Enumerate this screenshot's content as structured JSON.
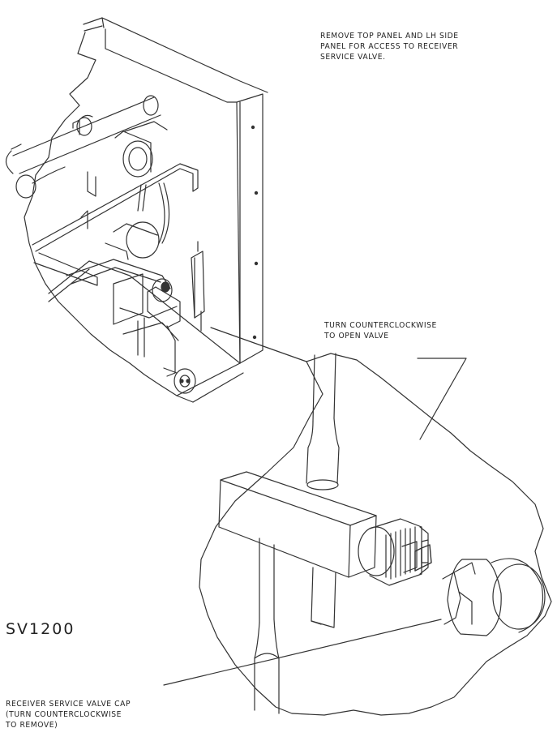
{
  "notes": {
    "access": [
      "REMOVE TOP PANEL AND LH SIDE",
      "PANEL FOR ACCESS TO RECEIVER",
      "SERVICE VALVE."
    ],
    "turn_open": [
      "TURN COUNTERCLOCKWISE",
      "TO OPEN VALVE"
    ],
    "cap": [
      "RECEIVER SERVICE VALVE CAP",
      "(TURN COUNTERCLOCKWISE",
      "TO REMOVE)"
    ]
  },
  "figure_code": "SV1200"
}
